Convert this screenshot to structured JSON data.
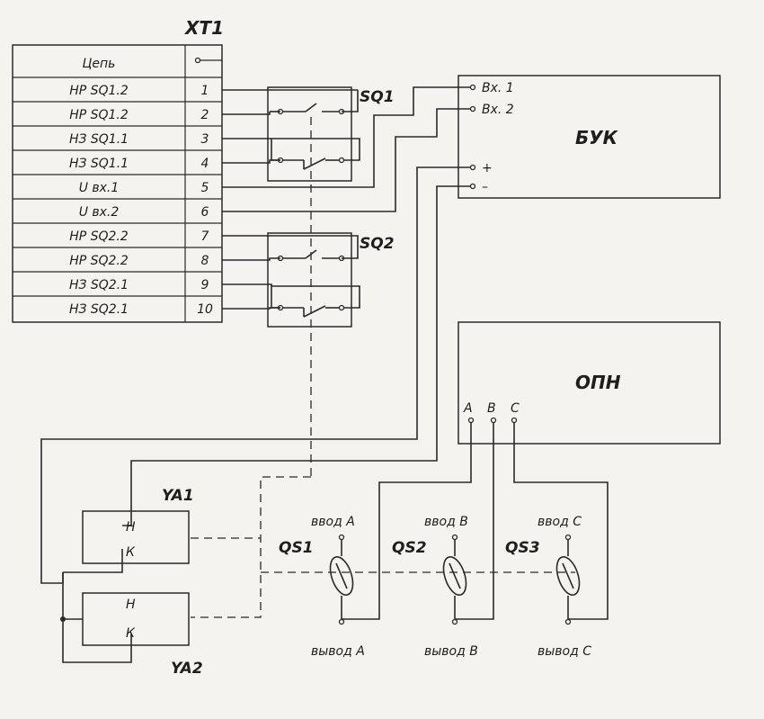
{
  "terminal_block": {
    "title": "XT1",
    "header": "Цепь",
    "rows": [
      {
        "circuit": "НР SQ1.2",
        "num": "1"
      },
      {
        "circuit": "НР SQ1.2",
        "num": "2"
      },
      {
        "circuit": "НЗ SQ1.1",
        "num": "3"
      },
      {
        "circuit": "НЗ SQ1.1",
        "num": "4"
      },
      {
        "circuit": "U вх.1",
        "num": "5"
      },
      {
        "circuit": "U вх.2",
        "num": "6"
      },
      {
        "circuit": "НР SQ2.2",
        "num": "7"
      },
      {
        "circuit": "НР SQ2.2",
        "num": "8"
      },
      {
        "circuit": "НЗ SQ2.1",
        "num": "9"
      },
      {
        "circuit": "НЗ SQ2.1",
        "num": "10"
      }
    ]
  },
  "switches": {
    "sq1": "SQ1",
    "sq2": "SQ2"
  },
  "buk": {
    "label": "БУК",
    "in1": "Вх. 1",
    "in2": "Вх. 2",
    "plus": "+",
    "minus": "–"
  },
  "opn": {
    "label": "ОПН",
    "phase_a": "A",
    "phase_b": "B",
    "phase_c": "C"
  },
  "coils": {
    "ya1": "YA1",
    "ya2": "YA2",
    "h": "Н",
    "k": "К"
  },
  "disconnectors": [
    {
      "name": "QS1",
      "input": "ввод А",
      "output": "вывод А"
    },
    {
      "name": "QS2",
      "input": "ввод В",
      "output": "вывод В"
    },
    {
      "name": "QS3",
      "input": "ввод С",
      "output": "вывод С"
    }
  ]
}
